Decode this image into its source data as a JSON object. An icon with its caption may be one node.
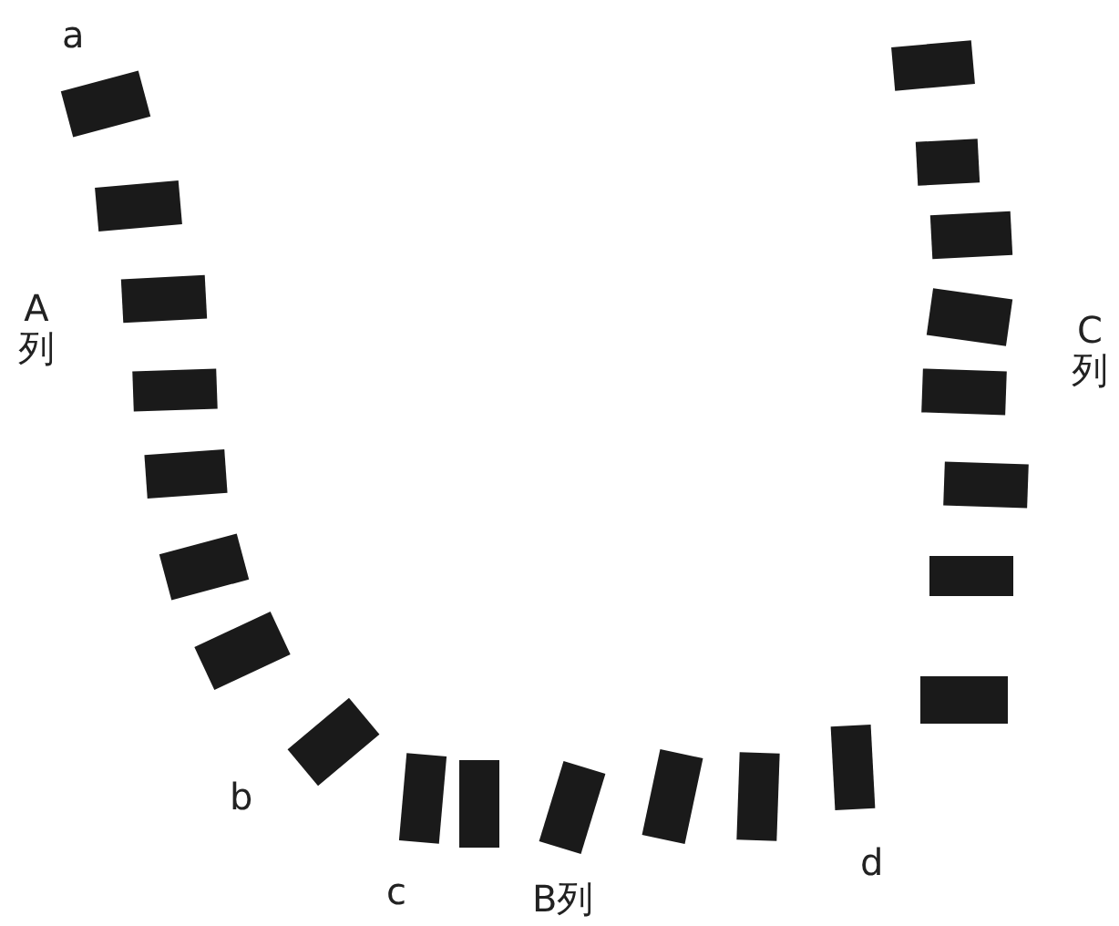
{
  "diagram": {
    "labels": [
      "a",
      "A列",
      "C列",
      "b",
      "c",
      "B列",
      "d"
    ]
  }
}
